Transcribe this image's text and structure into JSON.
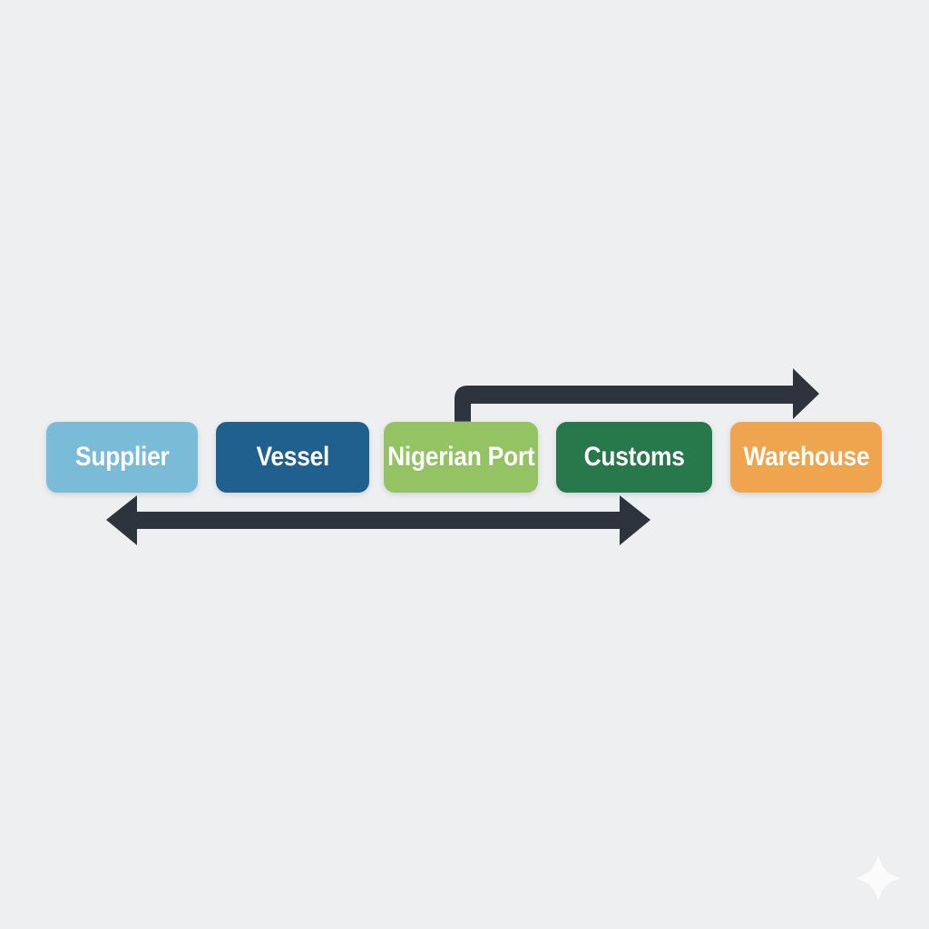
{
  "diagram": {
    "background_color": "#eeeff0",
    "arrow_color": "#2e343d",
    "label_color": "#ffffff",
    "sparkle_color": "#fafbfa",
    "nodes": [
      {
        "label": "Supplier",
        "color": "#7abcd8"
      },
      {
        "label": "Vessel",
        "color": "#20608f"
      },
      {
        "label": "Nigerian Port",
        "color": "#94c363"
      },
      {
        "label": "Customs",
        "color": "#27794b"
      },
      {
        "label": "Warehouse",
        "color": "#eea54e"
      }
    ],
    "connections": [
      {
        "type": "elbow-arrow",
        "from": "Nigerian Port",
        "to": "Warehouse",
        "heads": "end"
      },
      {
        "type": "double-arrow",
        "from": "Supplier",
        "to": "Customs",
        "heads": "both"
      }
    ]
  }
}
